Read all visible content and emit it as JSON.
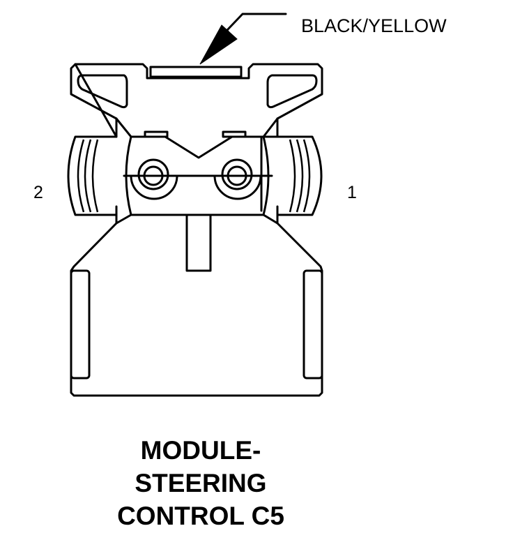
{
  "diagram": {
    "wire_callout": "BLACK/YELLOW",
    "pin_left": "2",
    "pin_right": "1",
    "title_lines": [
      "MODULE-",
      "STEERING",
      "CONTROL C5"
    ]
  }
}
